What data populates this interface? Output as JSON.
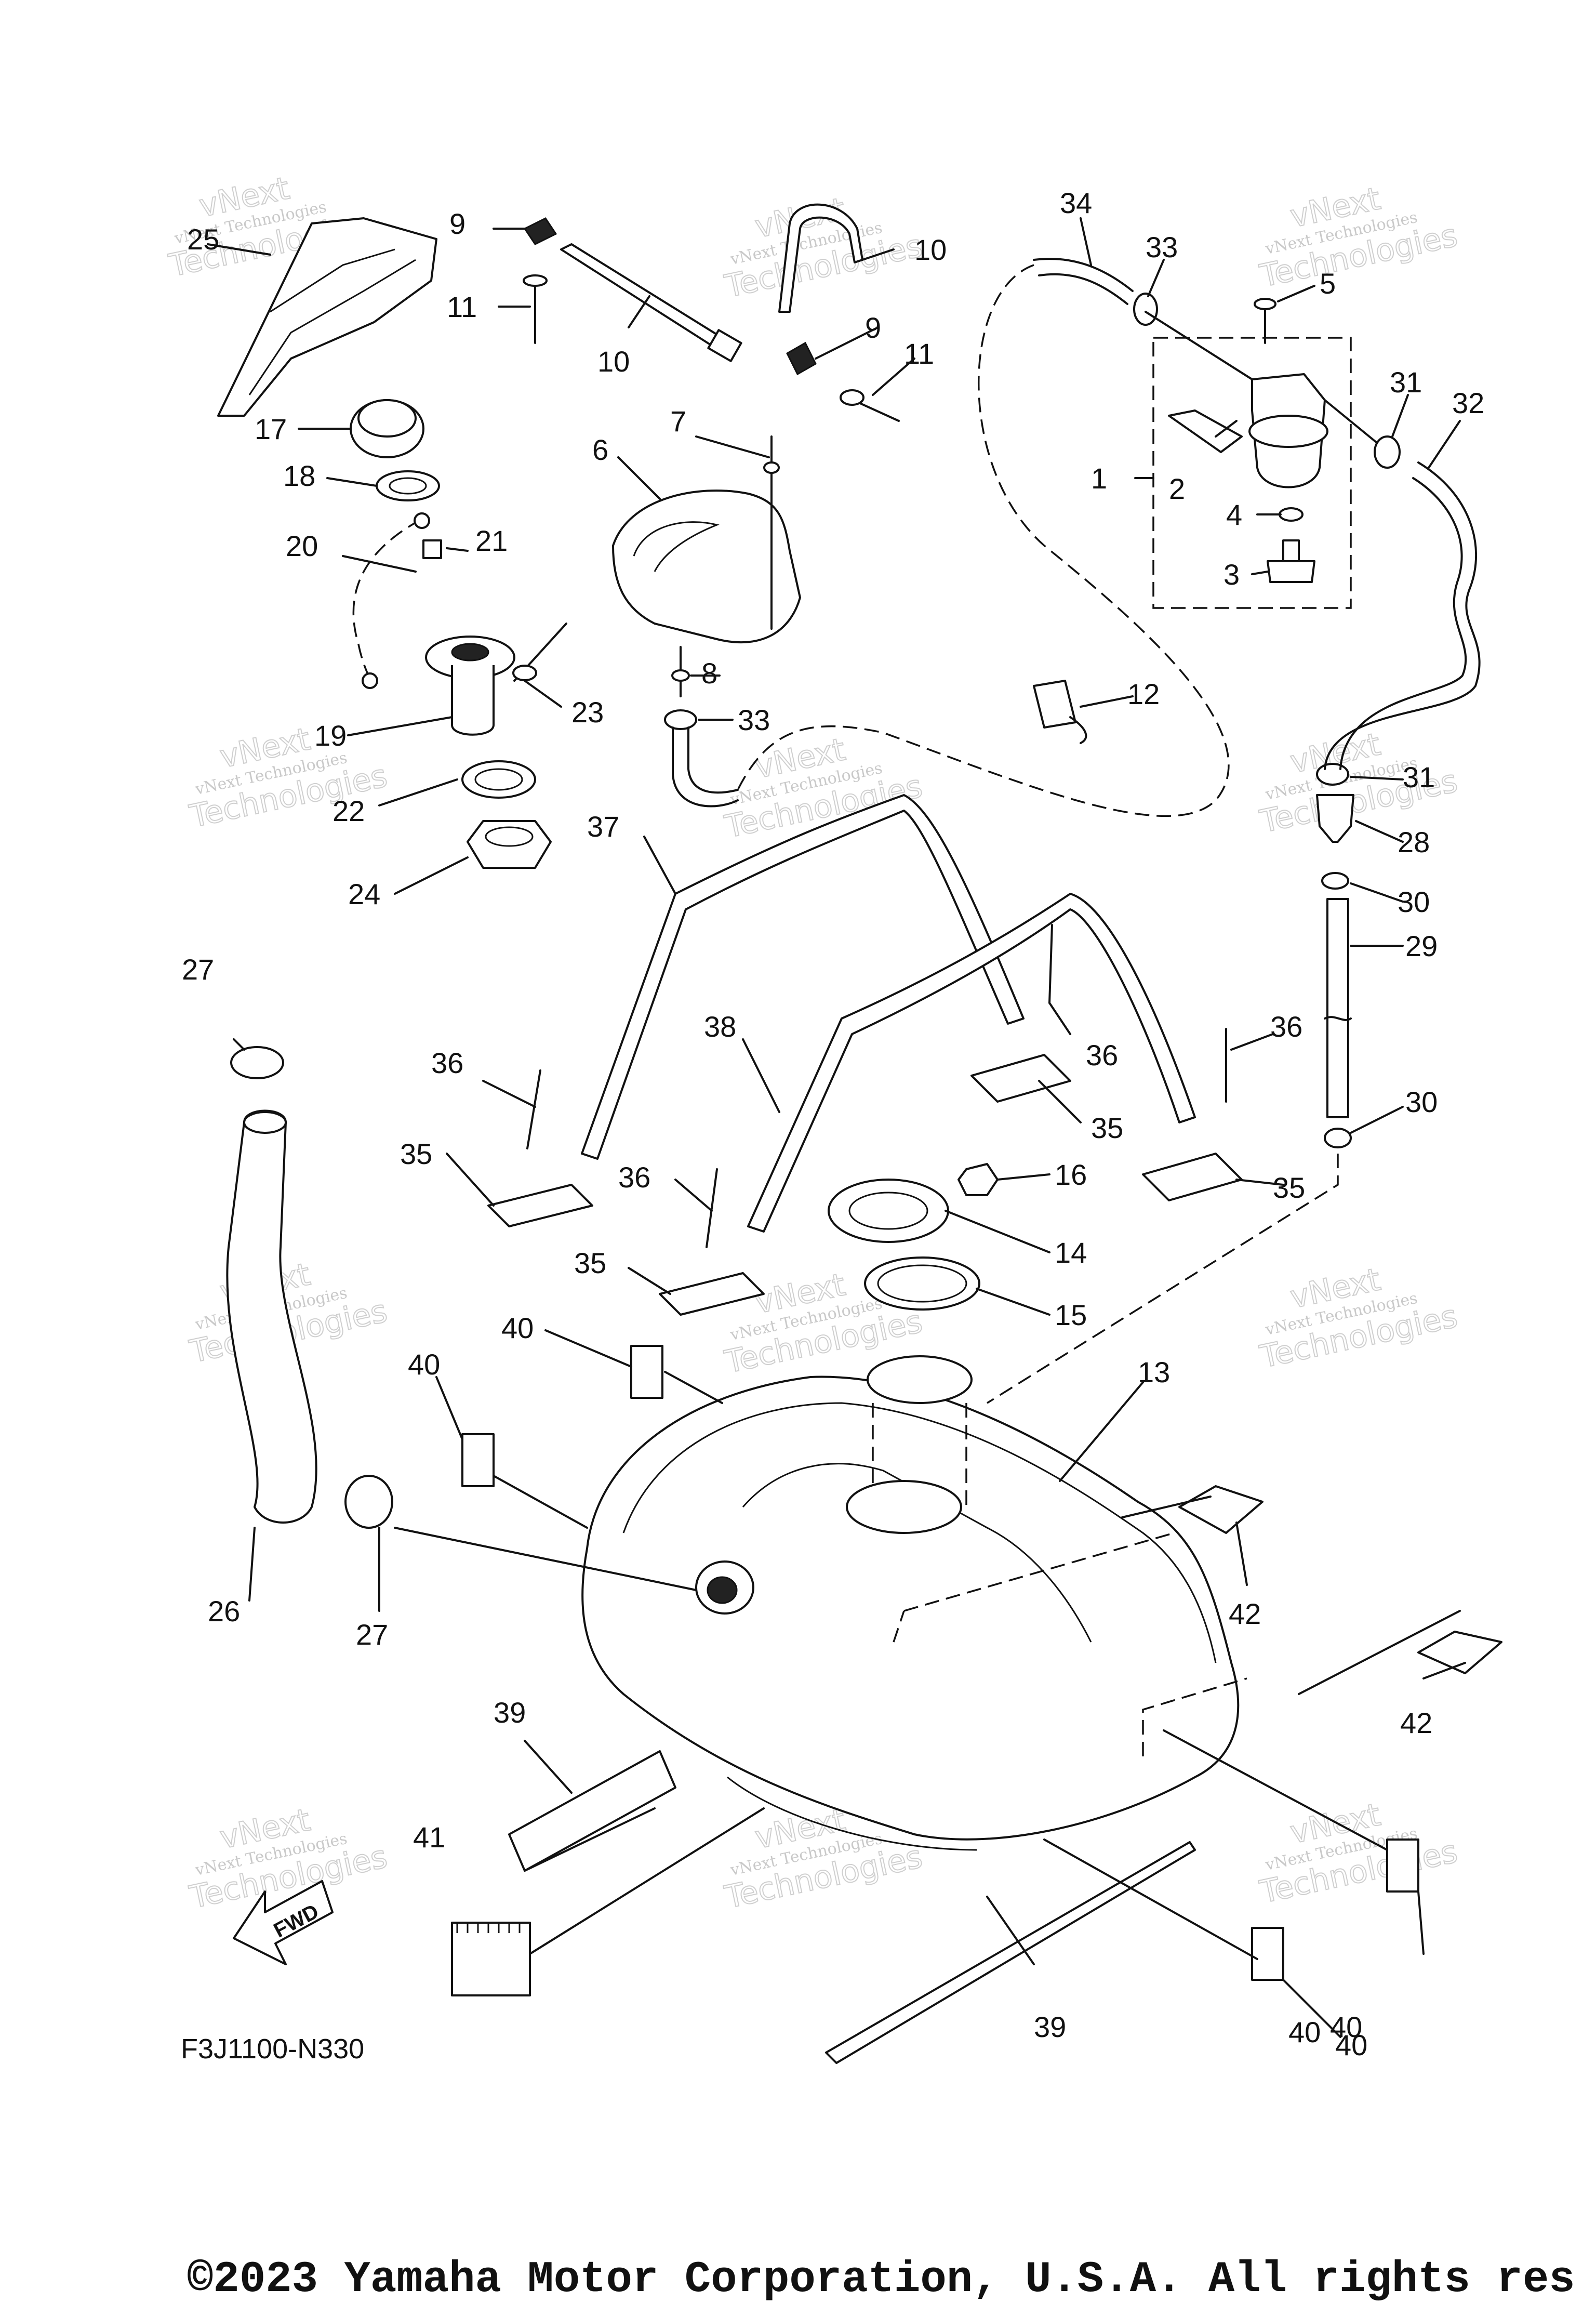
{
  "figure": {
    "code": "F3J1100-N330",
    "direction_label": "FWD",
    "copyright": "©2023 Yamaha Motor Corporation, U.S.A. All rights res"
  },
  "watermark": {
    "line1": "vNext",
    "line2": "vNext Technologies",
    "line3": "Technologies"
  },
  "callouts": [
    "1",
    "2",
    "3",
    "4",
    "5",
    "6",
    "7",
    "8",
    "9",
    "9",
    "10",
    "10",
    "11",
    "11",
    "12",
    "13",
    "14",
    "15",
    "16",
    "17",
    "18",
    "19",
    "20",
    "21",
    "22",
    "23",
    "24",
    "25",
    "26",
    "27",
    "27",
    "28",
    "29",
    "30",
    "30",
    "31",
    "31",
    "32",
    "33",
    "33",
    "34",
    "35",
    "35",
    "35",
    "35",
    "36",
    "36",
    "36",
    "36",
    "37",
    "38",
    "39",
    "39",
    "40",
    "40",
    "40",
    "40",
    "40",
    "41",
    "42",
    "42"
  ]
}
